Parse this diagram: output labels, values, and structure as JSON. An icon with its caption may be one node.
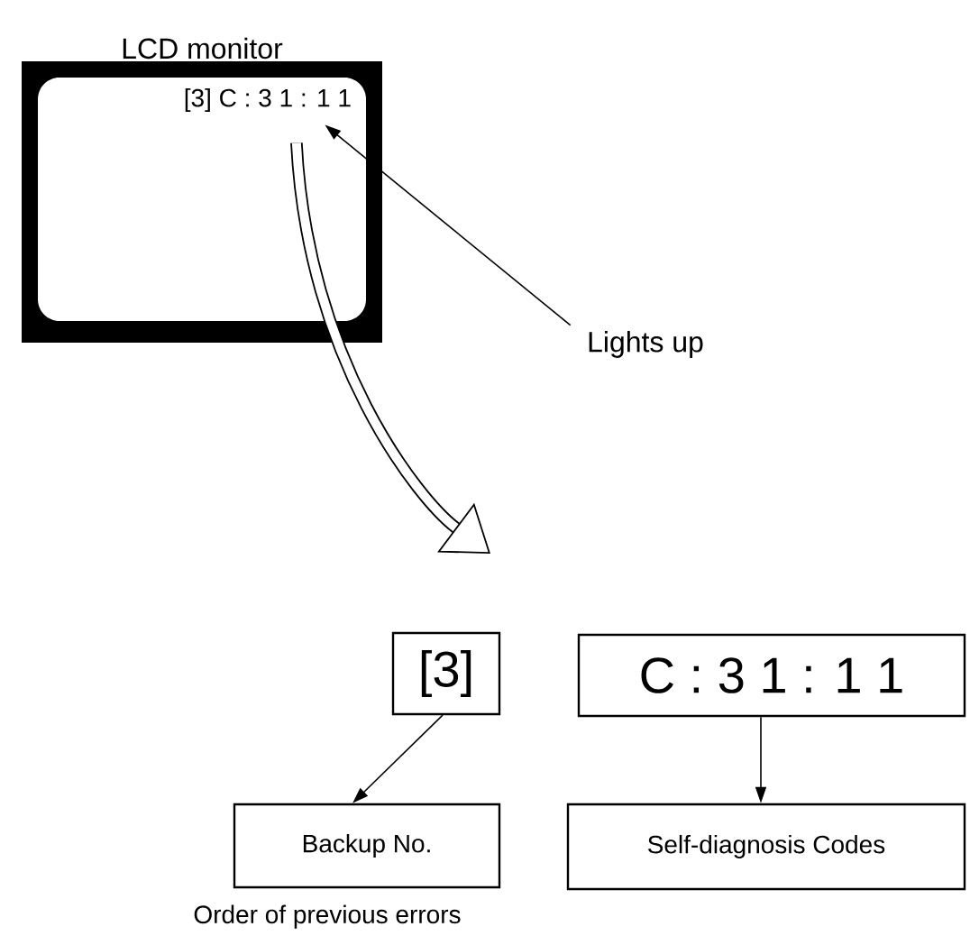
{
  "diagram": {
    "nodes": [
      {
        "text": [
          "LCD monitor"
        ]
      },
      {
        "text": [
          "[3] C : 3 1 : 1 1"
        ],
        "in": 0
      },
      {
        "text": [
          "Lights up"
        ]
      },
      {
        "text": [
          "[3]"
        ]
      },
      {
        "text": [
          "C : 3 1 : 1 1"
        ]
      },
      {
        "text": [
          "Backup No."
        ],
        "beside": [
          "Order of previous errors"
        ]
      },
      {
        "text": [
          "Self-diagnosis Codes"
        ]
      }
    ],
    "edges": [
      {
        "from": 2,
        "to": 1,
        "arrow": "to"
      },
      {
        "from": 1,
        "to": null,
        "arrow": "to",
        "style": "thick"
      },
      {
        "from": 3,
        "to": 5,
        "arrow": "to"
      },
      {
        "from": 4,
        "to": 6,
        "arrow": "to"
      }
    ]
  }
}
